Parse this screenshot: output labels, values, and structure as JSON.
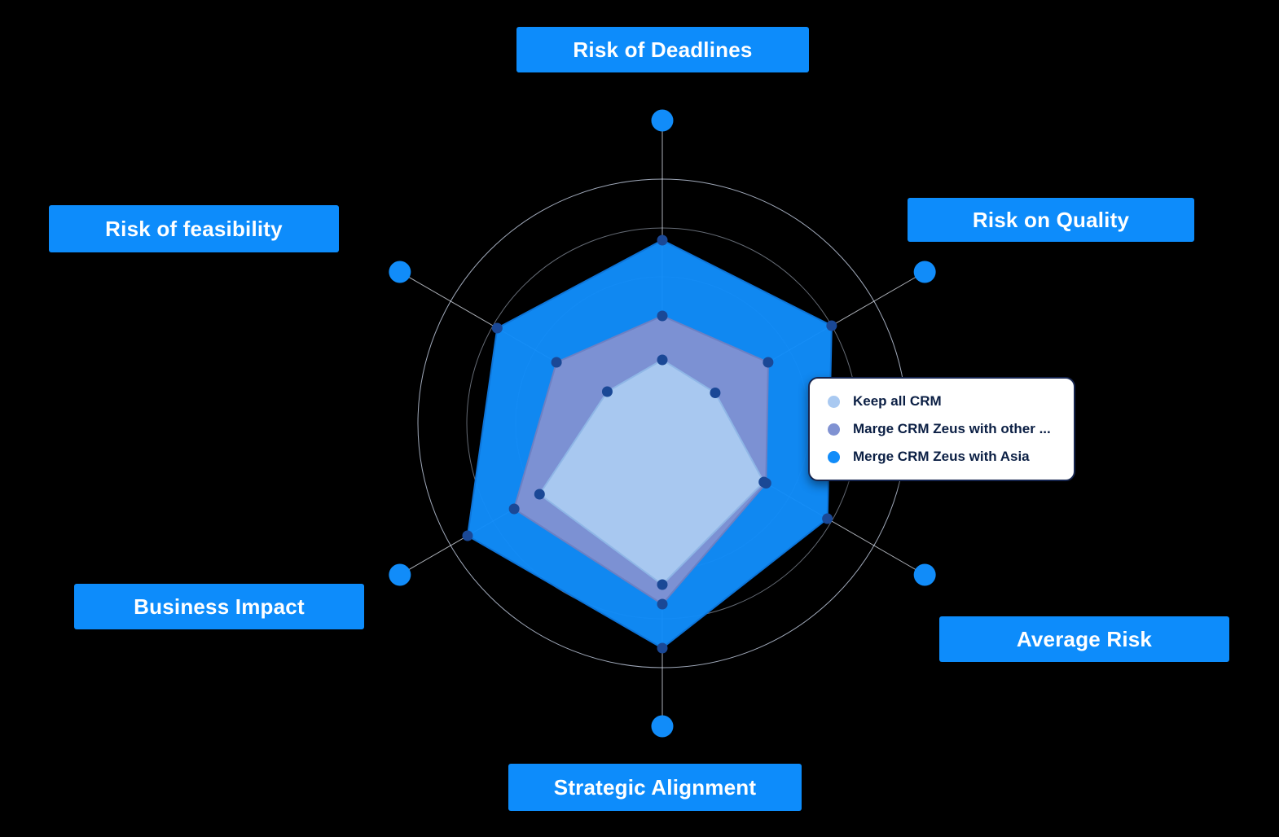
{
  "chart_data": {
    "type": "radar",
    "axes": [
      "Risk of Deadlines",
      "Risk on Quality",
      "Average Risk",
      "Strategic Alignment",
      "Business Impact",
      "Risk of feasibility"
    ],
    "scale": {
      "min": 0,
      "max": 5,
      "rings": 5
    },
    "series": [
      {
        "name": "Keep all CRM",
        "color": "#a9c9f1",
        "line": "#8fb6e6",
        "values": [
          1.3,
          1.25,
          2.4,
          3.3,
          2.9,
          1.3
        ]
      },
      {
        "name": "Marge CRM Zeus with other ...",
        "color": "#8092d2",
        "line": "#6c80c4",
        "values": [
          2.2,
          2.5,
          2.45,
          3.7,
          3.5,
          2.5
        ]
      },
      {
        "name": "Merge CRM Zeus with Asia",
        "color": "#118cf9",
        "line": "#0d74d8",
        "values": [
          3.75,
          4.0,
          3.9,
          4.6,
          4.6,
          3.9
        ]
      }
    ],
    "legend_position": "right-center",
    "grid": true
  },
  "colors": {
    "background": "#000000",
    "label_bg": "#0d8cfb",
    "label_text": "#ffffff",
    "grid_line": "#c8d3e8",
    "axis_line": "#e6ebf5",
    "axis_dot": "#118cf9",
    "vertex_dot": "#1a4896",
    "legend_bg": "#ffffff",
    "legend_border": "#16254e",
    "legend_text": "#0b1f44"
  }
}
